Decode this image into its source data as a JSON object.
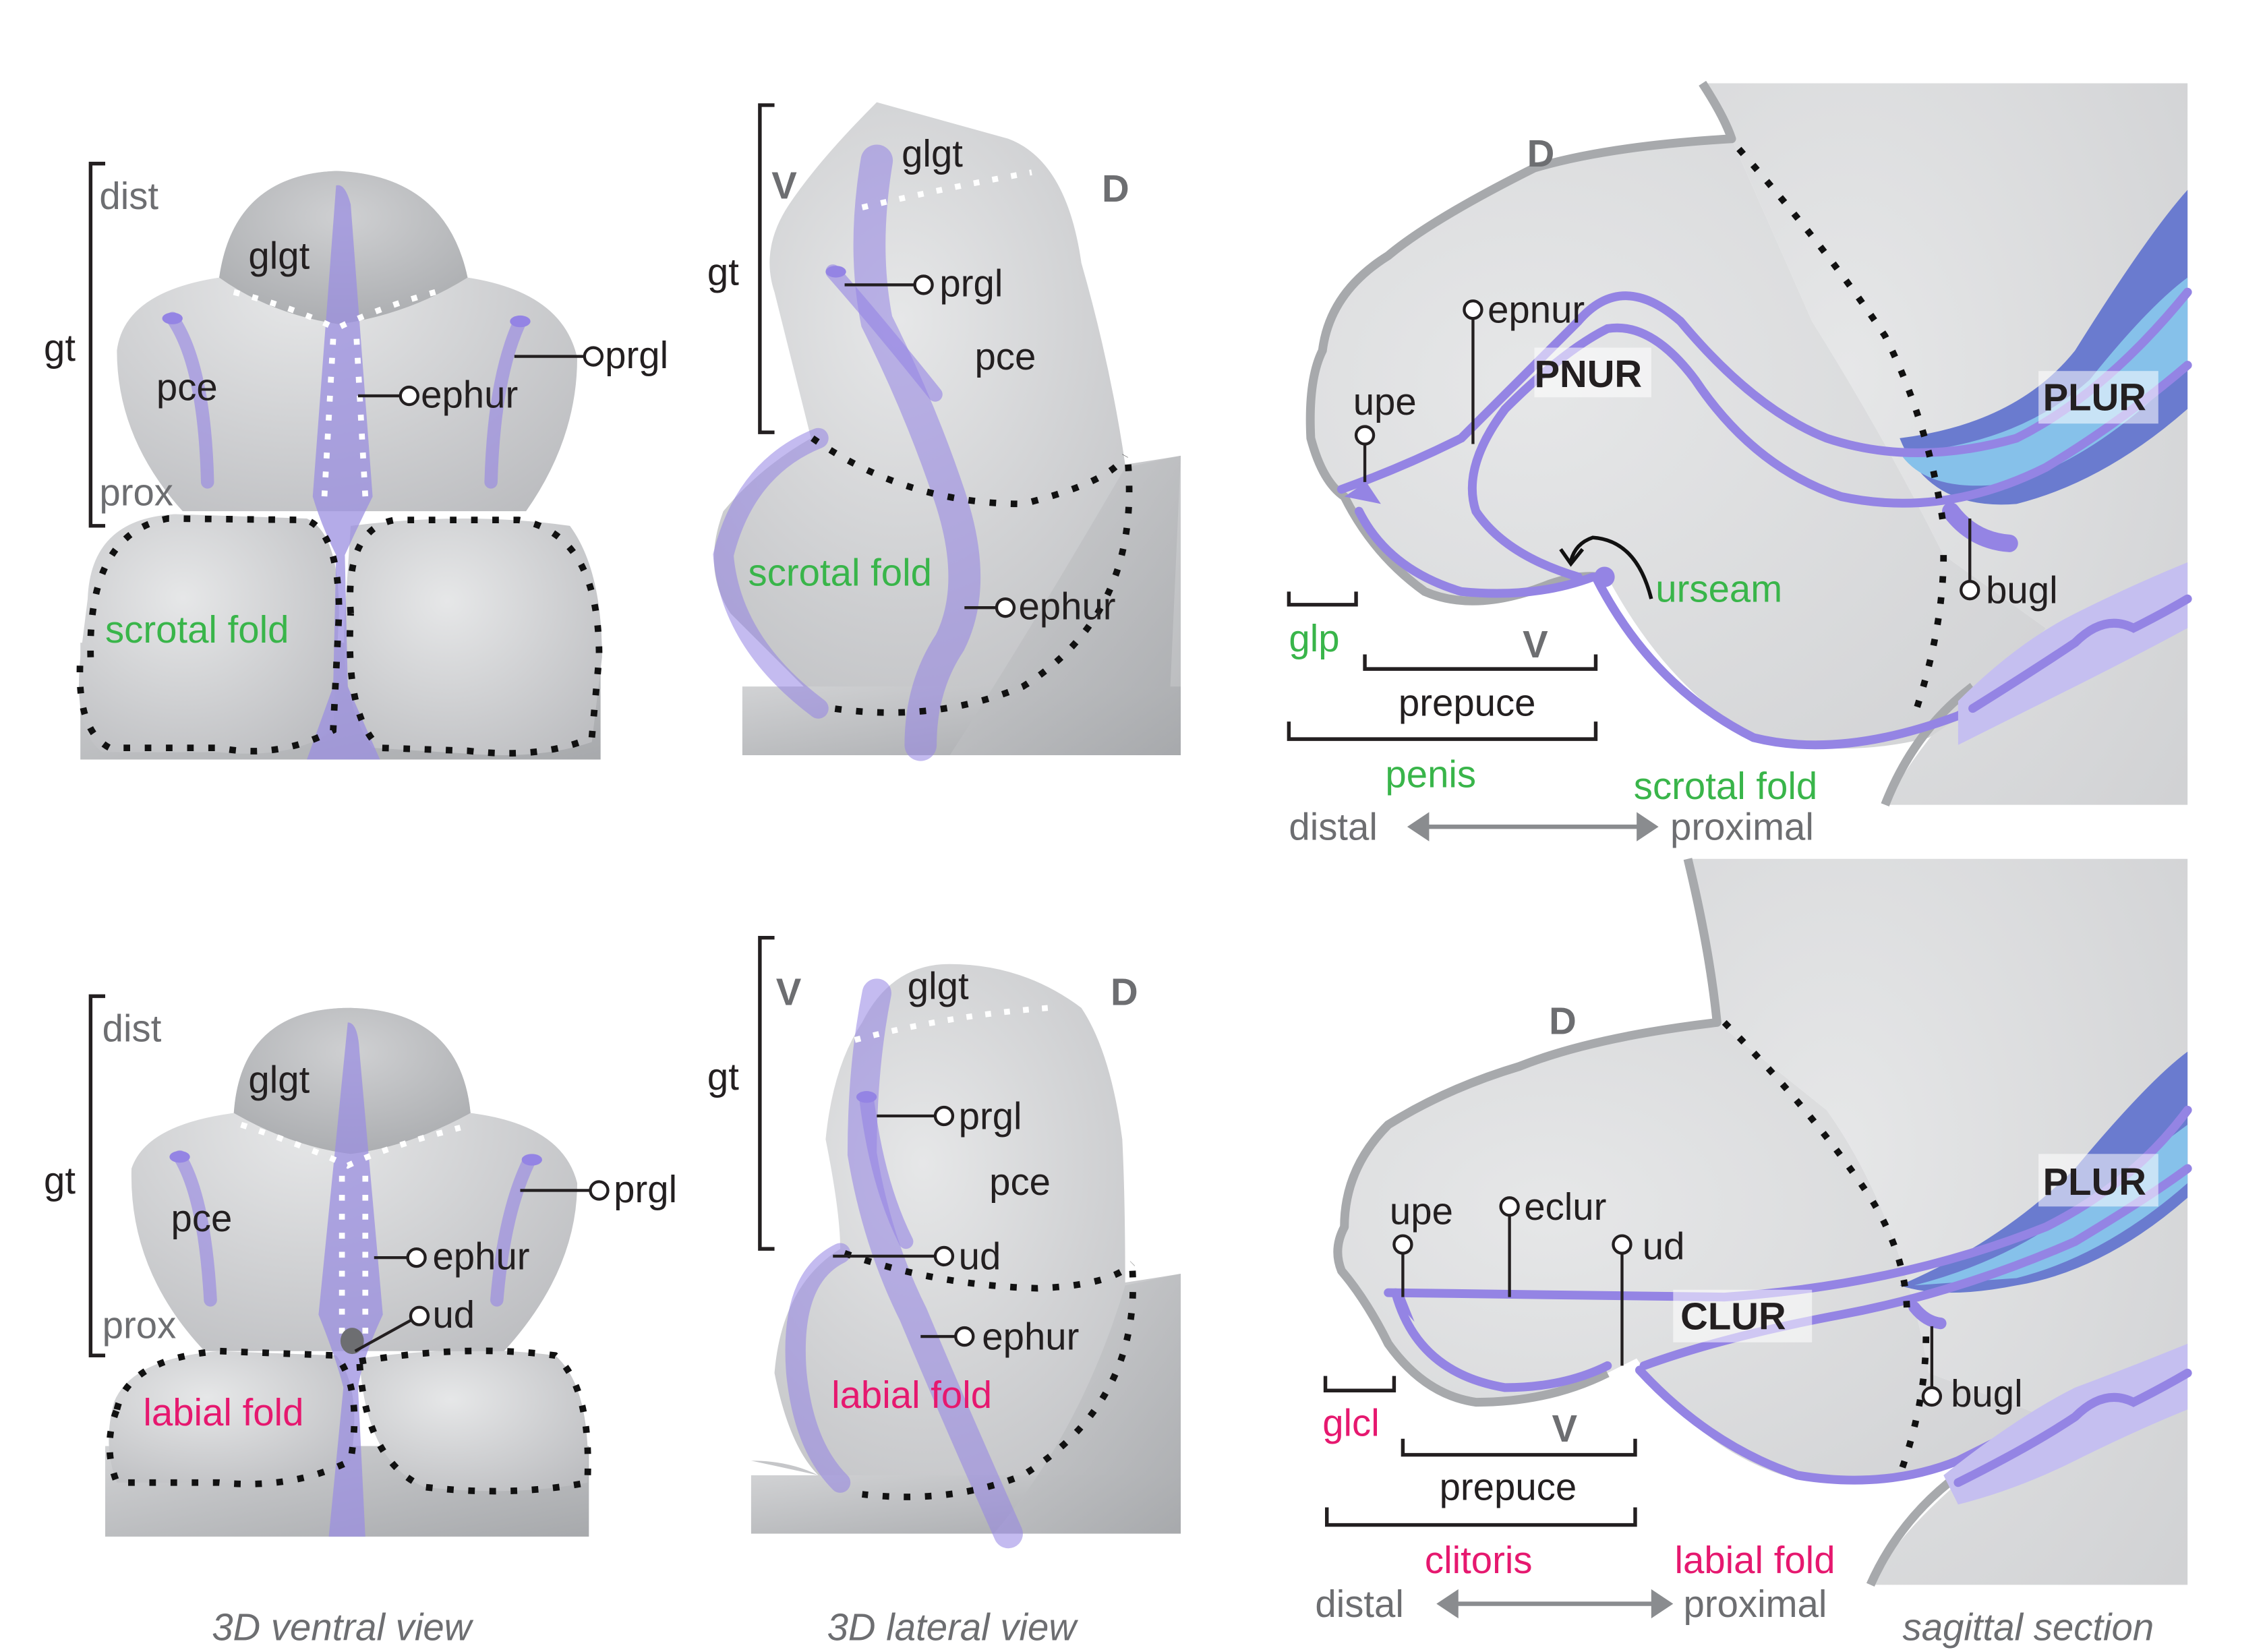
{
  "colors": {
    "tissue": "#cfd0d2",
    "urethra": "#9484e4",
    "plur_dark": "#6a7bcf",
    "plur_light": "#86c1ea",
    "male_label": "#39b54a",
    "female_label": "#e6186f",
    "axis_label": "#6d6e71",
    "text": "#231f20"
  },
  "male_ventral": {
    "bracket_label": "gt",
    "dist": "dist",
    "prox": "prox",
    "glgt": "glgt",
    "pce": "pce",
    "ephur": "ephur",
    "prgl": "prgl",
    "fold": "scrotal fold"
  },
  "male_lateral": {
    "bracket_label": "gt",
    "ventral": "V",
    "dorsal": "D",
    "glgt": "glgt",
    "prgl": "prgl",
    "pce": "pce",
    "fold": "scrotal fold",
    "ephur": "ephur"
  },
  "male_sagittal": {
    "dorsal": "D",
    "ventral": "V",
    "epnur": "epnur",
    "upe": "upe",
    "pnur": "PNUR",
    "plur": "PLUR",
    "urseam": "urseam",
    "bugl": "bugl",
    "glp": "glp",
    "prepuce": "prepuce",
    "organ": "penis",
    "fold": "scrotal fold",
    "distal": "distal",
    "proximal": "proximal"
  },
  "female_ventral": {
    "bracket_label": "gt",
    "dist": "dist",
    "prox": "prox",
    "glgt": "glgt",
    "pce": "pce",
    "ephur": "ephur",
    "prgl": "prgl",
    "ud": "ud",
    "fold": "labial fold"
  },
  "female_lateral": {
    "bracket_label": "gt",
    "ventral": "V",
    "dorsal": "D",
    "glgt": "glgt",
    "prgl": "prgl",
    "pce": "pce",
    "ud": "ud",
    "ephur": "ephur",
    "fold": "labial fold"
  },
  "female_sagittal": {
    "dorsal": "D",
    "ventral": "V",
    "upe": "upe",
    "eclur": "eclur",
    "ud": "ud",
    "clur": "CLUR",
    "plur": "PLUR",
    "bugl": "bugl",
    "glcl": "glcl",
    "prepuce": "prepuce",
    "organ": "clitoris",
    "fold": "labial fold",
    "distal": "distal",
    "proximal": "proximal"
  },
  "captions": {
    "ventral": "3D ventral view",
    "lateral": "3D lateral view",
    "sagittal": "sagittal section"
  }
}
